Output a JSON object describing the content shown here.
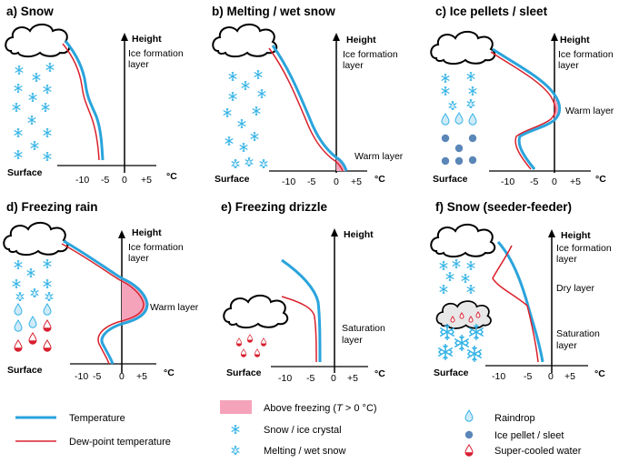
{
  "colors": {
    "temperature": "#2aa4dc",
    "dewpoint": "#d9212b",
    "above_freezing": "#f4a3bb",
    "snow": "#34b3e6",
    "ice_pellet": "#5b86b8",
    "supercooled": "#d81f2e",
    "cloud_fill": "#ffffff"
  },
  "common": {
    "height_label": "Height",
    "surface_label": "Surface",
    "unit_label": "°C",
    "ticks": [
      "-10",
      "-5",
      "0",
      "+5"
    ]
  },
  "panels": [
    {
      "id": "a",
      "title": "a) Snow",
      "layers": [
        "Ice formation",
        "layer"
      ]
    },
    {
      "id": "b",
      "title": "b) Melting / wet snow",
      "layers": [
        "Ice formation",
        "layer"
      ],
      "warm_layer": "Warm layer"
    },
    {
      "id": "c",
      "title": "c) Ice pellets / sleet",
      "layers": [
        "Ice formation",
        "layer"
      ],
      "warm_layer": "Warm layer"
    },
    {
      "id": "d",
      "title": "d) Freezing rain",
      "layers": [
        "Ice formation",
        "layer"
      ],
      "warm_layer": "Warm layer"
    },
    {
      "id": "e",
      "title": "e) Freezing drizzle",
      "saturation": [
        "Saturation",
        "layer"
      ]
    },
    {
      "id": "f",
      "title": "f) Snow (seeder-feeder)",
      "layers": [
        "Ice formation",
        "layer"
      ],
      "dry_layer": "Dry layer",
      "saturation": [
        "Saturation",
        "layer"
      ]
    }
  ],
  "legend": {
    "temperature": "Temperature",
    "dewpoint": "Dew-point temperature",
    "above_freezing_prefix": "Above freezing (",
    "above_freezing_T": "T",
    "above_freezing_suffix": " > 0 °C)",
    "snow": "Snow / ice crystal",
    "wet_snow": "Melting / wet snow",
    "raindrop": "Raindrop",
    "ice_pellet": "Ice pellet / sleet",
    "supercooled": "Super-cooled water"
  }
}
